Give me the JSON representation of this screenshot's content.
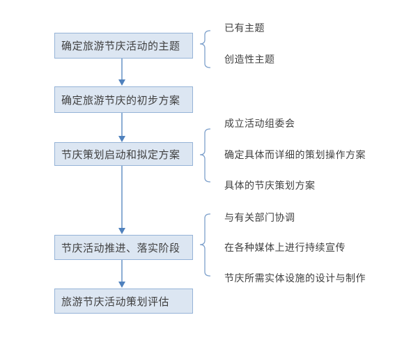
{
  "flow": {
    "steps": [
      {
        "label": "确定旅游节庆活动的主题"
      },
      {
        "label": "确定旅游节庆的初步方案"
      },
      {
        "label": "节庆策划启动和拟定方案"
      },
      {
        "label": "节庆活动推进、落实阶段"
      },
      {
        "label": "旅游节庆活动策划评估"
      }
    ]
  },
  "annotations": [
    {
      "for_step": "确定旅游节庆活动的主题",
      "items": [
        "已有主题",
        "创造性主题"
      ]
    },
    {
      "for_step": "节庆策划启动和拟定方案",
      "items": [
        "成立活动组委会",
        "确定具体而详细的策划操作方案",
        "具体的节庆策划方案"
      ]
    },
    {
      "for_step": "节庆活动推进、落实阶段",
      "items": [
        "与有关部门协调",
        "在各种媒体上进行持续宣传",
        "节庆所需实体设施的设计与制作"
      ]
    }
  ],
  "colors": {
    "box_fill": "#dce6f2",
    "box_border": "#95b3d7",
    "connector": "#4f81bd",
    "brace": "#7da0cb",
    "text": "#3f3f3f",
    "background": "#ffffff"
  }
}
